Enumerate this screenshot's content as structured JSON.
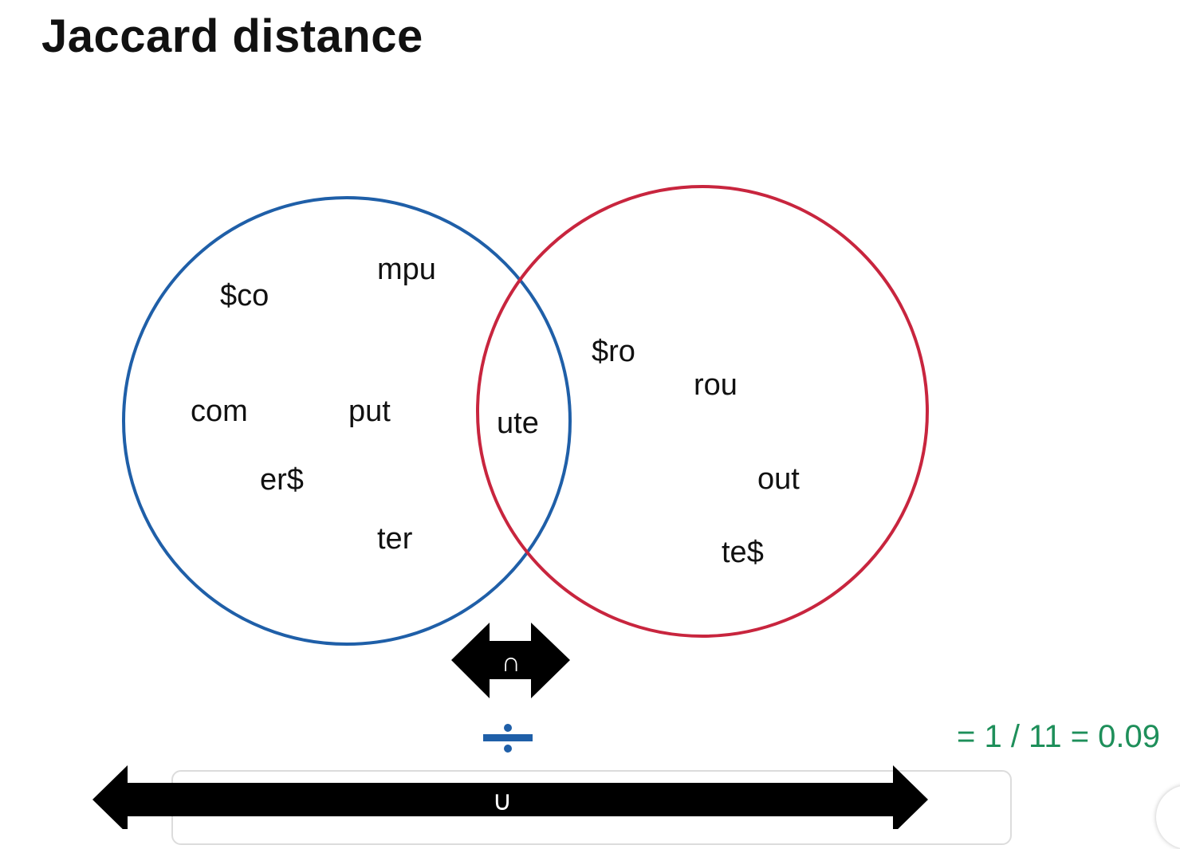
{
  "title": "Jaccard distance",
  "set_a": {
    "color": "#1f5fa8",
    "terms": [
      "$co",
      "mpu",
      "com",
      "put",
      "er$",
      "ter"
    ]
  },
  "set_b": {
    "color": "#c8253e",
    "terms": [
      "$ro",
      "rou",
      "out",
      "te$"
    ]
  },
  "intersection": {
    "terms": [
      "ute"
    ]
  },
  "operators": {
    "intersection_symbol": "∩",
    "union_symbol": "∪",
    "divide_color": "#1f5fa8"
  },
  "formula": "= 1 / 11 = 0.09",
  "formula_color": "#1e8f5a"
}
